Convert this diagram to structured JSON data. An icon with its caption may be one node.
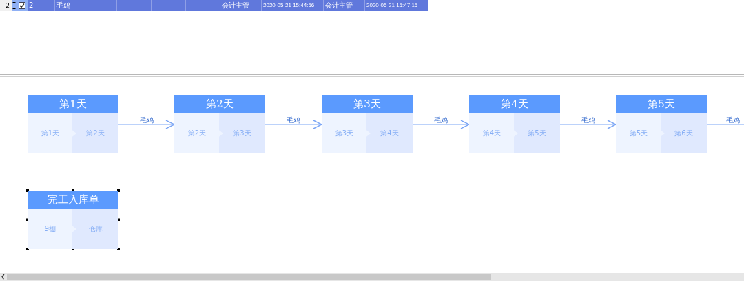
{
  "diagram": {
    "nodes": [
      {
        "text": [
          "第1天",
          "第1天",
          "第2天"
        ]
      },
      {
        "text": [
          "第2天",
          "第2天",
          "第3天"
        ]
      },
      {
        "text": [
          "第3天",
          "第3天",
          "第4天"
        ]
      },
      {
        "text": [
          "第4天",
          "第4天",
          "第5天"
        ]
      },
      {
        "text": [
          "第5天",
          "第5天",
          "第6天"
        ]
      },
      {
        "text": [
          "完工入库单",
          "9棚",
          "仓库"
        ]
      }
    ],
    "edges": [
      {
        "from": 0,
        "to": 1,
        "arrow": "to",
        "label": "毛鸡"
      },
      {
        "from": 1,
        "to": 2,
        "arrow": "to",
        "label": "毛鸡"
      },
      {
        "from": 2,
        "to": 3,
        "arrow": "to",
        "label": "毛鸡"
      },
      {
        "from": 3,
        "to": 4,
        "arrow": "to",
        "label": "毛鸡"
      },
      {
        "from": 4,
        "to": null,
        "arrow": "none",
        "label": "毛鸡"
      }
    ],
    "labels": [
      "2",
      "2",
      "毛鸡",
      "会计主管",
      "2020-05-21 15:44:56",
      "会计主管",
      "2020-05-21 15:47:15"
    ]
  }
}
